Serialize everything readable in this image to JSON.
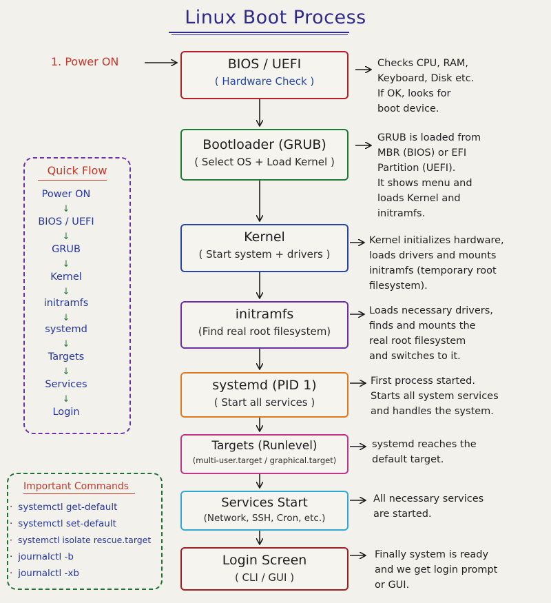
{
  "title": "Linux Boot Process",
  "power_on": "1. Power ON",
  "steps": [
    {
      "main": "BIOS / UEFI",
      "sub": "( Hardware Check )",
      "color": "#b21f2a",
      "desc": "Checks CPU, RAM,\nKeyboard, Disk etc.\nIf OK, looks for\nboot device."
    },
    {
      "main": "Bootloader (GRUB)",
      "sub": "( Select OS + Load Kernel )",
      "color": "#1e7a34",
      "desc": "GRUB is loaded from\nMBR (BIOS) or EFI\nPartition (UEFI).\nIt shows menu and\nloads Kernel and\ninitramfs."
    },
    {
      "main": "Kernel",
      "sub": "( Start system + drivers )",
      "color": "#2346a8",
      "desc": "Kernel initializes hardware,\nloads drivers and mounts\ninitramfs (temporary root\nfilesystem)."
    },
    {
      "main": "initramfs",
      "sub": "(Find real root filesystem)",
      "color": "#6b2ea6",
      "desc": "Loads necessary drivers,\nfinds and mounts the\nreal root filesystem\nand switches to it."
    },
    {
      "main": "systemd (PID 1)",
      "sub": "( Start all services )",
      "color": "#e07a1f",
      "desc": "First process started.\nStarts all system services\nand handles the system."
    },
    {
      "main": "Targets (Runlevel)",
      "sub": "(multi-user.target / graphical.target)",
      "color": "#c2338a",
      "desc": "systemd reaches the\ndefault target."
    },
    {
      "main": "Services Start",
      "sub": "(Network, SSH, Cron, etc.)",
      "color": "#2fa9d4",
      "desc": "All necessary services\nare started."
    },
    {
      "main": "Login Screen",
      "sub": "( CLI / GUI )",
      "color": "#9a1f24",
      "desc": "Finally system is ready\nand we get login prompt\nor GUI."
    }
  ],
  "quick_flow": {
    "title": "Quick Flow",
    "items": [
      "Power ON",
      "BIOS / UEFI",
      "GRUB",
      "Kernel",
      "initramfs",
      "systemd",
      "Targets",
      "Services",
      "Login"
    ]
  },
  "commands": {
    "title": "Important Commands",
    "items": [
      "systemctl get-default",
      "systemctl set-default",
      "systemctl isolate rescue.target",
      "journalctl -b",
      "journalctl -xb"
    ]
  }
}
